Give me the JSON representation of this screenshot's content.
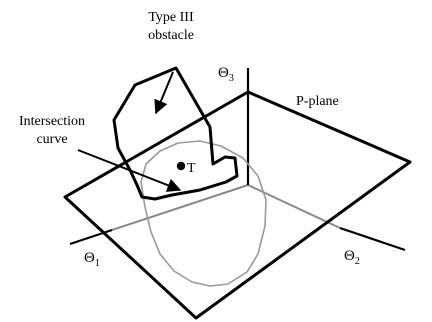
{
  "labels": {
    "obstacle_line1": "Type III",
    "obstacle_line2": "obstacle",
    "intersection_line1": "Intersection",
    "intersection_line2": "curve",
    "plane": "P-plane",
    "point": "T",
    "axis1_symbol": "Θ",
    "axis1_sub": "1",
    "axis2_symbol": "Θ",
    "axis2_sub": "2",
    "axis3_symbol": "Θ",
    "axis3_sub": "3"
  }
}
